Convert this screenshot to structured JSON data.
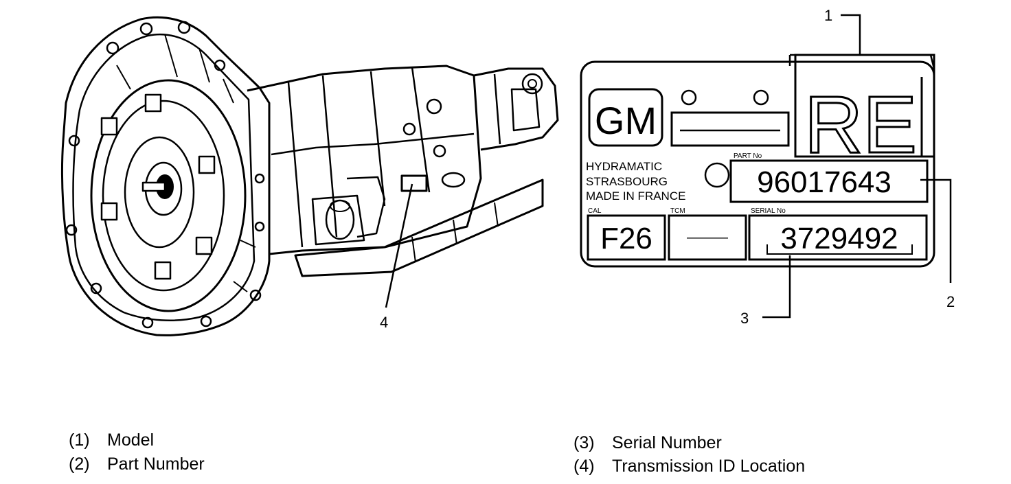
{
  "callouts": {
    "c1": "1",
    "c2": "2",
    "c3": "3",
    "c4": "4"
  },
  "plate": {
    "brand": "GM",
    "model_code": "RE",
    "maker_line1": "HYDRAMATIC",
    "maker_line2": "STRASBOURG",
    "maker_line3": "MADE IN FRANCE",
    "part_no_label": "PART No",
    "part_no_value": "96017643",
    "cal_label": "CAL",
    "cal_value": "F26",
    "tcm_label": "TCM",
    "tcm_value": "———",
    "serial_label": "SERIAL No",
    "serial_value": "3729492"
  },
  "legend": [
    {
      "num": "(1)",
      "text": "Model"
    },
    {
      "num": "(2)",
      "text": "Part Number"
    },
    {
      "num": "(3)",
      "text": "Serial Number"
    },
    {
      "num": "(4)",
      "text": "Transmission ID Location"
    }
  ]
}
